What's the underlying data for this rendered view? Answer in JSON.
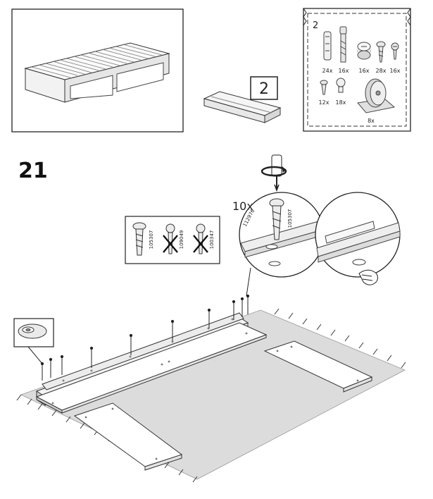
{
  "step_number": "21",
  "badge_number": "2",
  "bag_number": "2",
  "quantity": "10x",
  "parts": [
    {
      "qty": "24x",
      "icon": "dowel-icon"
    },
    {
      "qty": "16x",
      "icon": "cam-bolt-icon"
    },
    {
      "qty": "16x",
      "icon": "cam-lock-nut-icon"
    },
    {
      "qty": "28x",
      "icon": "screw-icon"
    },
    {
      "qty": "16x",
      "icon": "short-screw-icon"
    },
    {
      "qty": "12x",
      "icon": "small-screw-icon"
    },
    {
      "qty": "18x",
      "icon": "plastic-plug-icon"
    },
    {
      "qty": "8x",
      "icon": "caster-wheel-icon"
    }
  ],
  "screw_options": [
    {
      "code": "105307",
      "correct": true
    },
    {
      "code": "109049",
      "correct": false
    },
    {
      "code": "100347",
      "correct": false
    }
  ],
  "detail_rail_code": "112976",
  "detail_screw_code": "105307"
}
